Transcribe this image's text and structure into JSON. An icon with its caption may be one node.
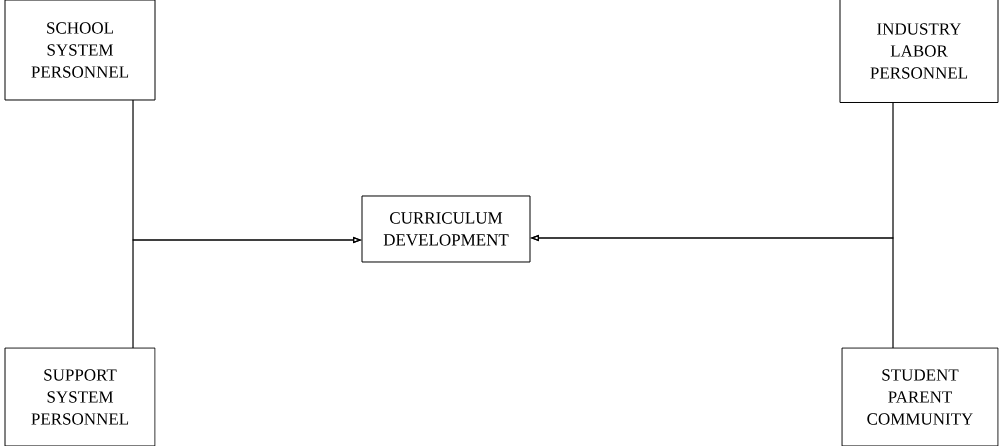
{
  "diagram": {
    "nodes": [
      {
        "text": [
          "SCHOOL SYSTEM PERSONNEL"
        ]
      },
      {
        "text": [
          "SUPPORT SYSTEM PERSONNEL"
        ]
      },
      {
        "text": [
          "CURRICULUM DEVELOPMENT"
        ]
      },
      {
        "text": [
          "INDUSTRY LABOR PERSONNEL"
        ]
      },
      {
        "text": [
          "STUDENT PARENT COMMUNITY"
        ]
      }
    ],
    "edges": [
      {
        "from": 0,
        "to": 2,
        "arrow": "to"
      },
      {
        "from": 1,
        "to": 2,
        "arrow": "to"
      },
      {
        "from": 3,
        "to": 2,
        "arrow": "to"
      },
      {
        "from": 4,
        "to": 2,
        "arrow": "to"
      }
    ]
  }
}
